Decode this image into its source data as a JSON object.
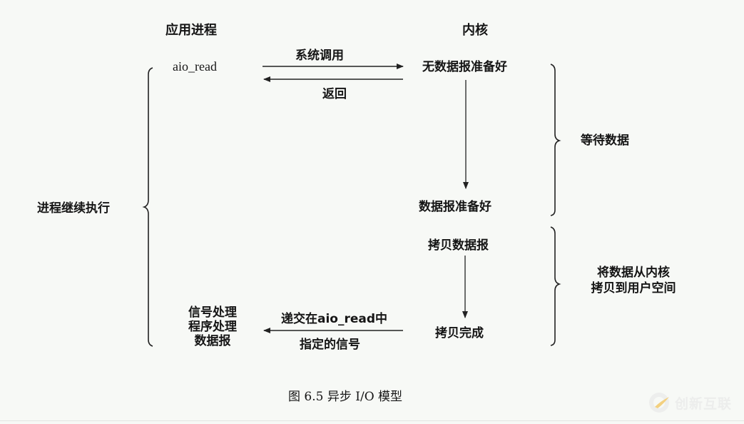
{
  "headers": {
    "process": "应用进程",
    "kernel": "内核"
  },
  "process_side": {
    "call": "aio_read",
    "signal_handler": [
      "信号处理",
      "程序处理",
      "数据报"
    ],
    "continue_label": "进程继续执行"
  },
  "arrows": {
    "syscall": "系统调用",
    "return": "返回",
    "deliver_line1": "递交在aio_read中",
    "deliver_line2": "指定的信号"
  },
  "kernel_side": {
    "not_ready": "无数据报准备好",
    "ready": "数据报准备好",
    "copy": "拷贝数据报",
    "copy_done": "拷贝完成"
  },
  "phases": {
    "wait": "等待数据",
    "copy_line1": "将数据从内核",
    "copy_line2": "拷贝到用户空间"
  },
  "caption": "图 6.5   异步 I/O 模型",
  "watermark": {
    "text": "创新互联",
    "accent": "#f0b020"
  }
}
